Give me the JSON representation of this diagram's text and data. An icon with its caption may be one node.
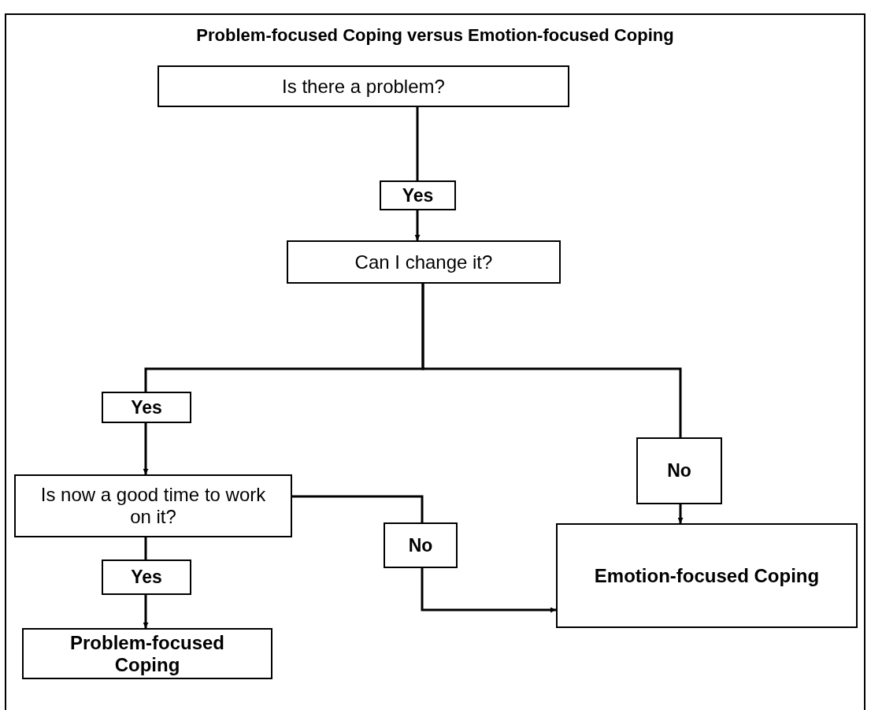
{
  "diagram": {
    "title": "Problem-focused Coping versus Emotion-focused Coping",
    "nodes": [
      {
        "text": [
          "Is there a problem?"
        ]
      },
      {
        "text": [
          "Can I change it?"
        ]
      },
      {
        "text": [
          "Is now a good time to work on it?"
        ]
      },
      {
        "text": [
          "Emotion-focused Coping"
        ]
      },
      {
        "text": [
          "Problem-focused Coping"
        ]
      }
    ],
    "edges": [
      {
        "from": 0,
        "to": 1,
        "arrow": "to",
        "label": "Yes"
      },
      {
        "from": 1,
        "to": 2,
        "arrow": "to",
        "label": "Yes"
      },
      {
        "from": 1,
        "to": 3,
        "arrow": "to",
        "label": "No"
      },
      {
        "from": 2,
        "to": 3,
        "arrow": "to",
        "label": "No"
      },
      {
        "from": 2,
        "to": 4,
        "arrow": "to",
        "label": "Yes"
      }
    ]
  }
}
